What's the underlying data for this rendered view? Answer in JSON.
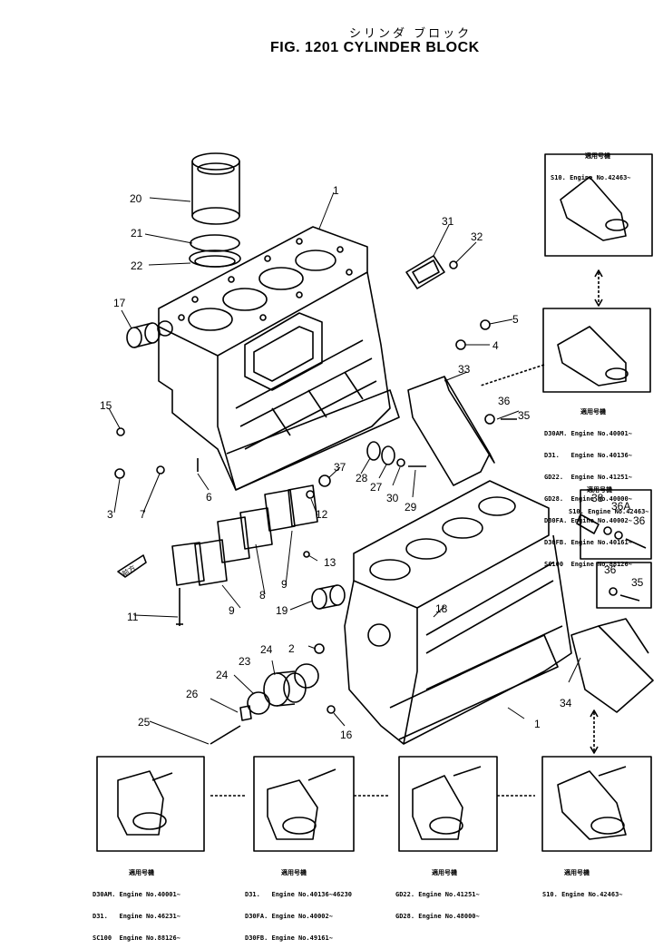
{
  "header": {
    "jp_title": "シリンダ ブロック",
    "fig_title": "FIG. 1201  CYLINDER BLOCK"
  },
  "callouts": [
    "1",
    "2",
    "3",
    "4",
    "5",
    "6",
    "7",
    "8",
    "9",
    "9",
    "11",
    "12",
    "13",
    "15",
    "16",
    "17",
    "18",
    "19",
    "20",
    "21",
    "22",
    "23",
    "24",
    "24",
    "25",
    "26",
    "27",
    "28",
    "29",
    "30",
    "31",
    "32",
    "33",
    "34",
    "35",
    "35",
    "36",
    "36",
    "36A",
    "37",
    "38",
    "1"
  ],
  "inset_captions": {
    "top_right": {
      "heading": "適用号機",
      "lines": [
        "S10. Engine No.42463~"
      ]
    },
    "right_middle": {
      "heading": "適用号機",
      "lines": [
        "D30AM. Engine No.40001~",
        "D31.   Engine No.40136~",
        "GD22.  Engine No.41251~",
        "GD28.  Engine No.40000~",
        "D30FA. Engine No.40002~",
        "D30FB. Engine No.40161~",
        "SC100  Engine No.88126~"
      ]
    },
    "right_below": {
      "heading": "適用号機",
      "lines": [
        "S10. Engine No.42463~"
      ]
    },
    "bottom_1": {
      "heading": "適用号機",
      "lines": [
        "D30AM. Engine No.40001~",
        "D31.   Engine No.46231~",
        "SC100  Engine No.88126~"
      ]
    },
    "bottom_2": {
      "heading": "適用号機",
      "lines": [
        "D31.   Engine No.40136~46230",
        "D30FA. Engine No.40002~",
        "D30FB. Engine No.49161~"
      ]
    },
    "bottom_3": {
      "heading": "適用号機",
      "lines": [
        "GD22. Engine No.41251~",
        "GD28. Engine No.48000~"
      ]
    },
    "bottom_4": {
      "heading": "適用号機",
      "lines": [
        "S10. Engine No.42463~"
      ]
    }
  },
  "front_marker": "前方"
}
